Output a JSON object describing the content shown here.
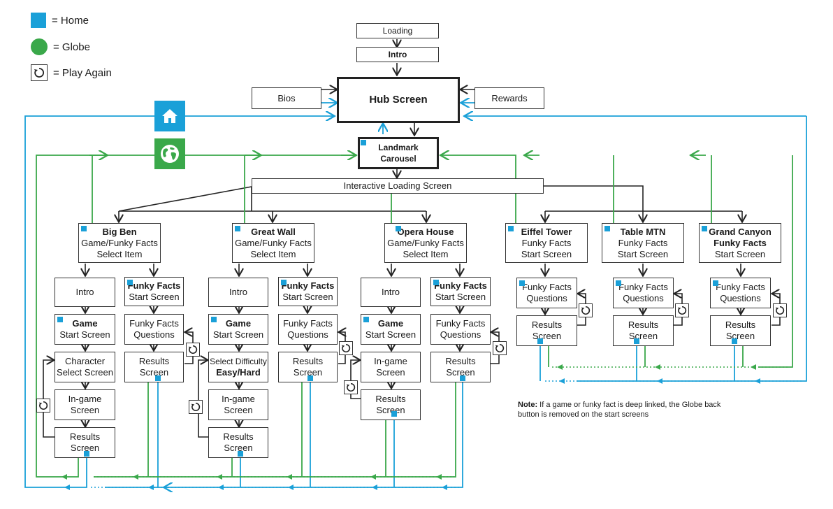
{
  "legend": {
    "home": "= Home",
    "globe": "= Globe",
    "play_again": "= Play Again"
  },
  "colors": {
    "home": "#1aa0d8",
    "globe": "#3aa84a",
    "line": "#222222"
  },
  "top": {
    "loading": "Loading",
    "intro": "Intro",
    "hub": "Hub Screen",
    "bios": "Bios",
    "rewards": "Rewards",
    "carousel_line1": "Landmark",
    "carousel_line2": "Carousel",
    "interactive_loading": "Interactive Loading Screen"
  },
  "landmarks": {
    "big_ben": {
      "title": "Big Ben",
      "line2": "Game/Funky Facts",
      "line3": "Select Item"
    },
    "great_wall": {
      "title": "Great Wall",
      "line2": "Game/Funky Facts",
      "line3": "Select Item"
    },
    "opera_house": {
      "title": "Opera House",
      "line2": "Game/Funky Facts",
      "line3": "Select Item"
    },
    "eiffel": {
      "title": "Eiffel Tower",
      "line2": "Funky Facts",
      "line3": "Start Screen"
    },
    "table_mtn": {
      "title": "Table MTN",
      "line2": "Funky Facts",
      "line3": "Start Screen"
    },
    "grand_canyon": {
      "title": "Grand Canyon",
      "line2": "Funky Facts",
      "line3": "Start Screen"
    }
  },
  "screens": {
    "intro": "Intro",
    "game": "Game",
    "start_screen": "Start Screen",
    "funky_facts": "Funky Facts",
    "ff_questions_1": "Funky Facts",
    "ff_questions_2": "Questions",
    "character_1": "Character",
    "character_2": "Select Screen",
    "select_difficulty": "Select Difficulty",
    "easy_hard": "Easy/Hard",
    "ingame_1": "In-game",
    "ingame_2": "Screen",
    "results_1": "Results",
    "results_2": "Screen"
  },
  "note": {
    "label": "Note:",
    "text": "If a game or funky fact is deep linked, the Globe back button is removed on the start screens"
  },
  "icons": {
    "home": "home-icon",
    "globe": "globe-icon",
    "play_again": "replay-icon"
  }
}
